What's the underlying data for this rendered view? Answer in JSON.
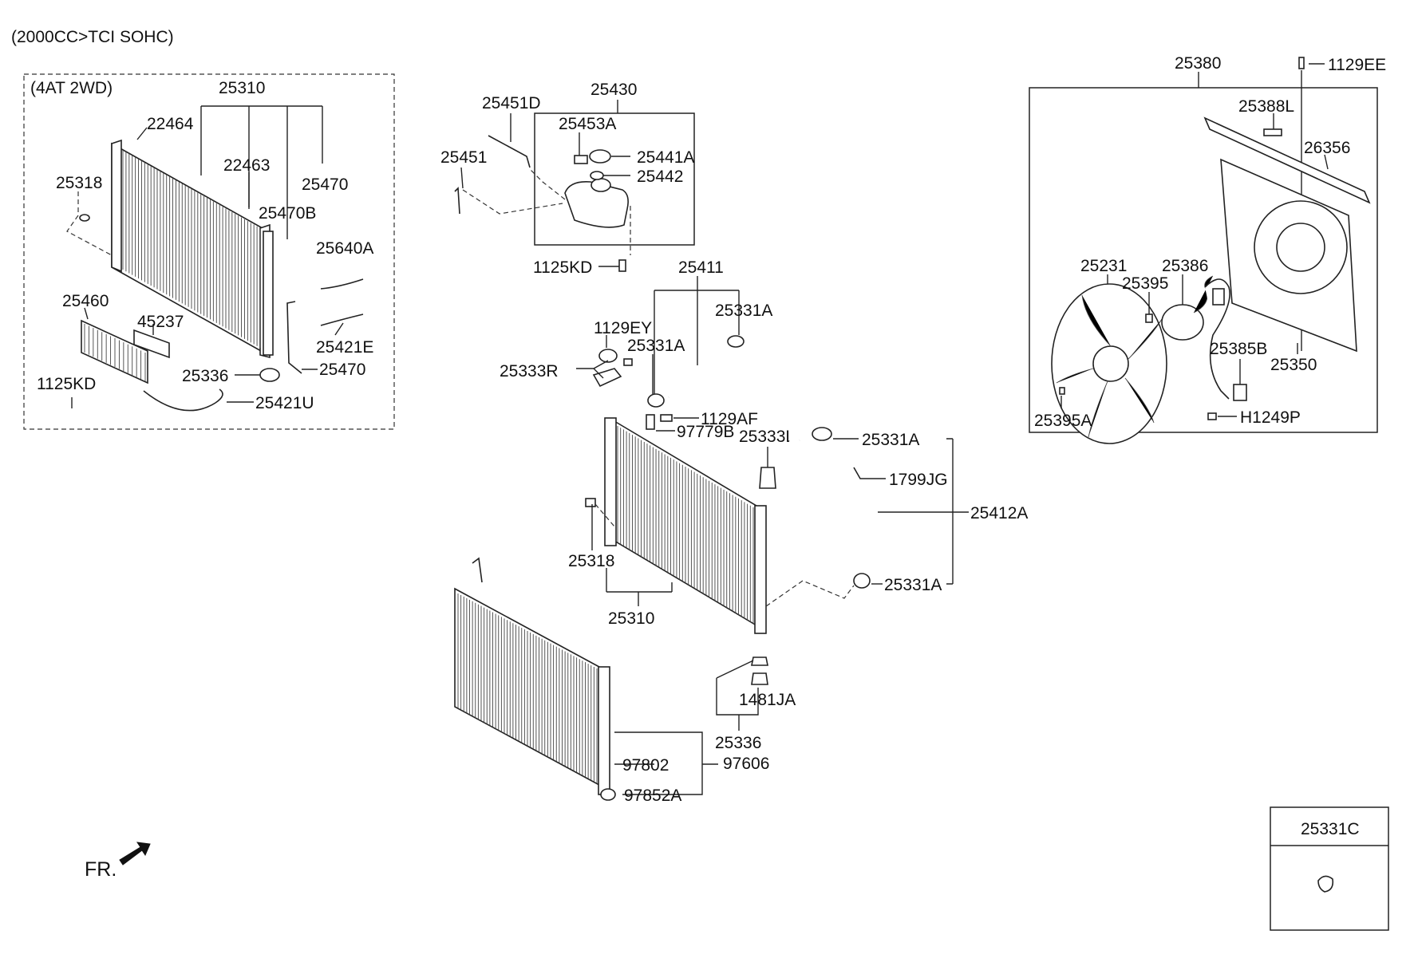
{
  "header": {
    "engine_note": "(2000CC>TCI SOHC)",
    "variant_note": "(4AT 2WD)",
    "front_label": "FR."
  },
  "callouts": {
    "c25310_top": "25310",
    "c22464": "22464",
    "c22463": "22463",
    "c25470_top": "25470",
    "c25318_top": "25318",
    "c25470B": "25470B",
    "c25640A": "25640A",
    "c25460": "25460",
    "c45237": "45237",
    "c25421E": "25421E",
    "c25336_top": "25336",
    "c25470_bot": "25470",
    "c1125KD_left": "1125KD",
    "c25421U": "25421U",
    "c25451D": "25451D",
    "c25430": "25430",
    "c25453A": "25453A",
    "c25441A": "25441A",
    "c25451": "25451",
    "c25442": "25442",
    "c1125KD_mid": "1125KD",
    "c25411": "25411",
    "c25331A_1": "25331A",
    "c1129EY": "1129EY",
    "c25331A_2": "25331A",
    "c25333R": "25333R",
    "c1129AF": "1129AF",
    "c97779B": "97779B",
    "c25333L": "25333L",
    "c25331A_3": "25331A",
    "c1799JG": "1799JG",
    "c25412A": "25412A",
    "c25318_mid": "25318",
    "c25331A_4": "25331A",
    "c25310_mid": "25310",
    "c1481JA": "1481JA",
    "c25336_mid": "25336",
    "c97802": "97802",
    "c97606": "97606",
    "c97852A": "97852A",
    "c25380": "25380",
    "c1129EE": "1129EE",
    "c25388L": "25388L",
    "c26356": "26356",
    "c25231": "25231",
    "c25386": "25386",
    "c25395": "25395",
    "c25385B": "25385B",
    "c25350": "25350",
    "c25395A": "25395A",
    "cH1249P": "H1249P",
    "c25331C": "25331C"
  }
}
